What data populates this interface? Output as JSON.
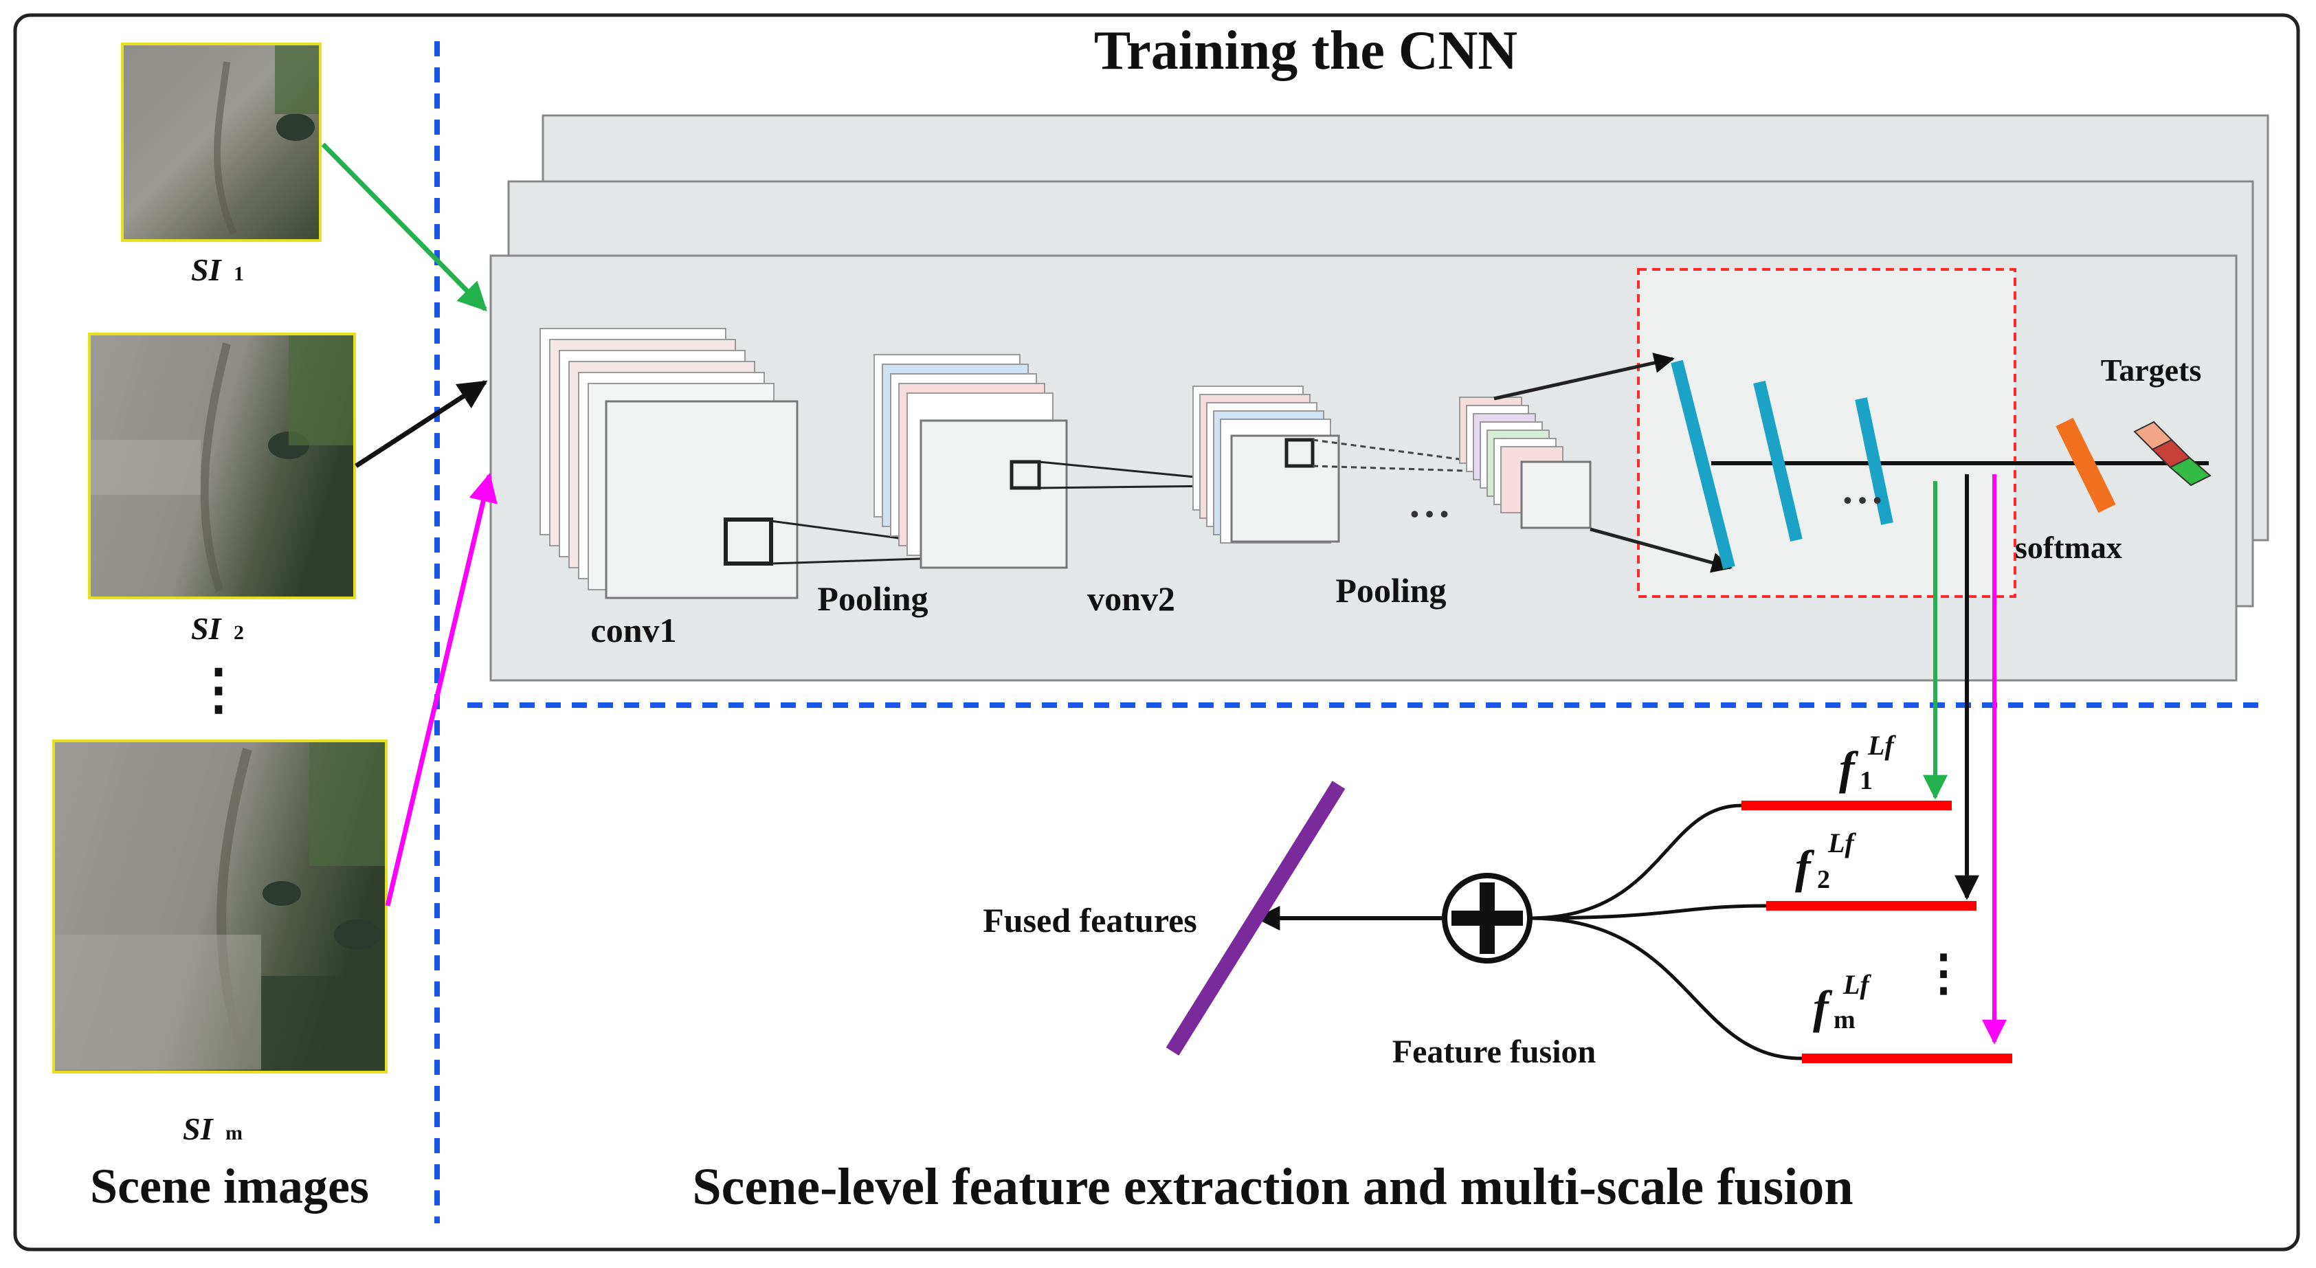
{
  "title": "Training the CNN",
  "left_section_label": "Scene images",
  "bottom_section_label": "Scene-level feature extraction and multi-scale fusion",
  "scene_images": [
    {
      "label_main": "SI",
      "label_sub": "1"
    },
    {
      "label_main": "SI",
      "label_sub": "2"
    },
    {
      "label_main": "SI",
      "label_sub": "m"
    }
  ],
  "scene_images_ellipsis": "⋮",
  "layer_labels": {
    "conv1": "conv1",
    "pooling1": "Pooling",
    "conv2": "vonv2",
    "pooling2": "Pooling",
    "softmax": "softmax",
    "targets": "Targets"
  },
  "ellipsis_h": "• • •",
  "features": [
    {
      "main": "f",
      "sup": "Lf",
      "sub": "1"
    },
    {
      "main": "f",
      "sup": "Lf",
      "sub": "2"
    },
    {
      "main": "f",
      "sup": "Lf",
      "sub": "m"
    }
  ],
  "features_ellipsis": "⋮",
  "fusion_label": "Feature fusion",
  "fused_label": "Fused features",
  "colors": {
    "green_arrow": "#22b14c",
    "black_arrow": "#111111",
    "magenta_arrow": "#ff00ff",
    "blue_dash": "#1a56e8",
    "red_dash": "#ff2a2a",
    "fc_layer": "#1aa3c7",
    "softmax": "#f07020",
    "feature_bar": "#ff0000",
    "fused_bar": "#7a2a9a",
    "panel_fill": "#e3e7e7"
  }
}
